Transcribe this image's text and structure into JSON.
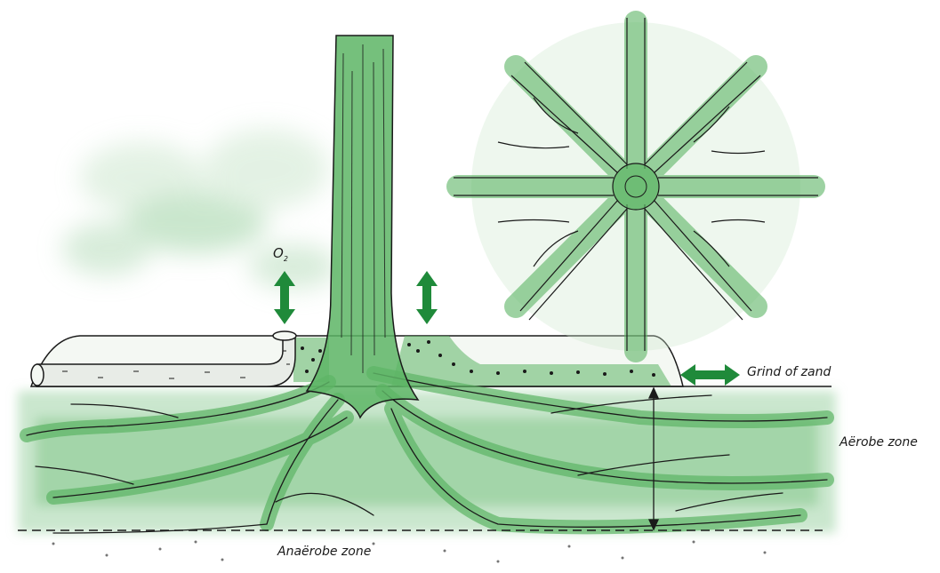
{
  "labels": {
    "oxygen": "O",
    "oxygen_sub": "2",
    "grind": "Grind of zand",
    "aerobe": "Aërobe zone",
    "anaerobe": "Anaërobe zone"
  },
  "colors": {
    "green_light": "#cde7cf",
    "green_mid": "#5db565",
    "green_dark": "#1f8a3a",
    "ink": "#1a1a1a",
    "pipe": "#e8ece7"
  }
}
